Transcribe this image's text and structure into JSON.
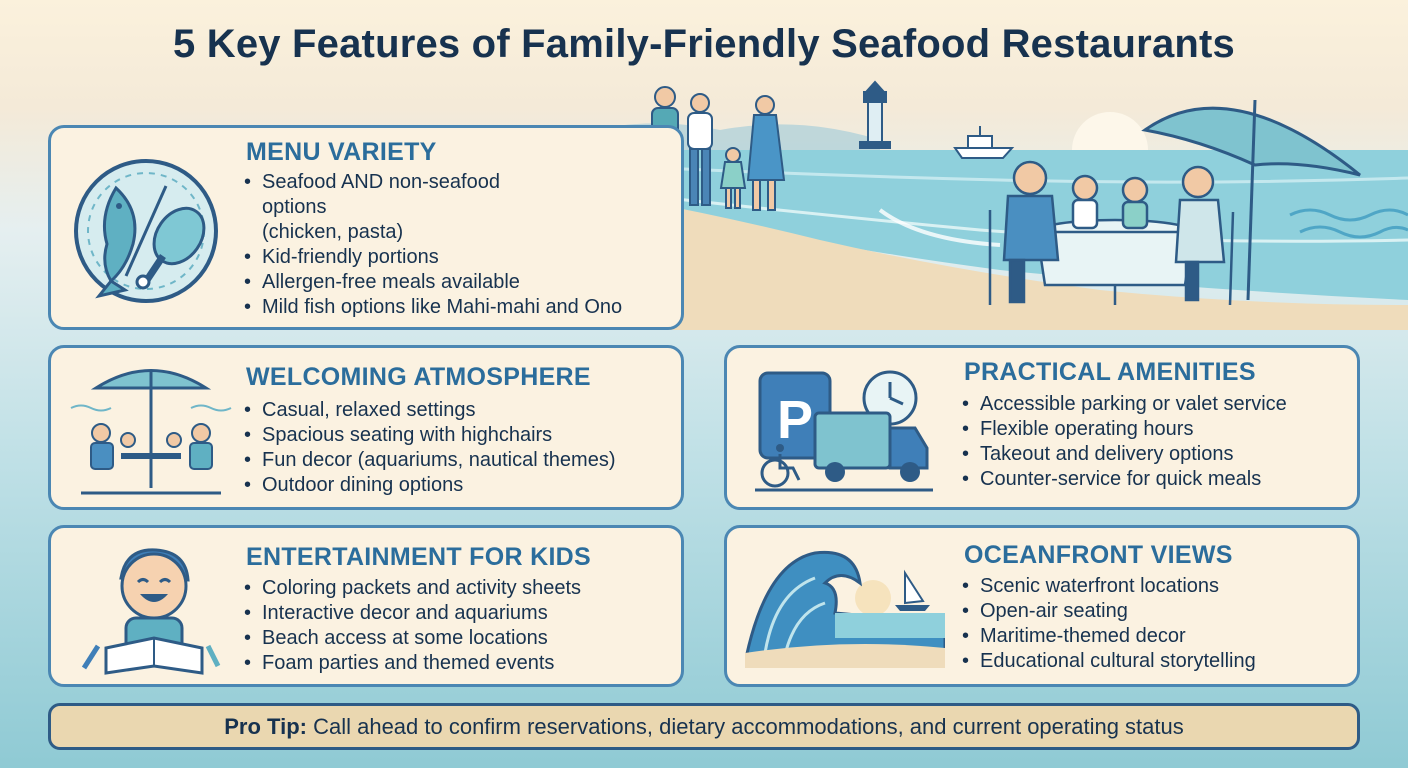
{
  "title": "5 Key Features of Family-Friendly Seafood Restaurants",
  "colors": {
    "card_border": "#4b87b3",
    "card_bg": "#fbf2e1",
    "heading": "#2b6d9c",
    "text": "#17324f",
    "tip_bg": "#ead7b0"
  },
  "cards": {
    "menu": {
      "heading": "MENU VARIETY",
      "icon": "fish-and-chicken-leg-icon",
      "items": [
        "Seafood AND non-seafood",
        "options",
        "(chicken, pasta)",
        "Kid-friendly portions",
        "Allergen-free meals available",
        "Mild fish options like Mahi-mahi and Ono"
      ]
    },
    "atmosphere": {
      "heading": "WELCOMING ATMOSPHERE",
      "icon": "family-outdoor-dining-icon",
      "items": [
        "Casual, relaxed settings",
        "Spacious seating with highchairs",
        "Fun decor (aquariums, nautical themes)",
        "Outdoor dining options"
      ]
    },
    "amenities": {
      "heading": "PRACTICAL AMENITIES",
      "icon": "parking-delivery-truck-icon",
      "items": [
        "Accessible parking or valet service",
        "Flexible operating hours",
        "Takeout and delivery options",
        "Counter-service for quick meals"
      ]
    },
    "entertainment": {
      "heading": "ENTERTAINMENT FOR KIDS",
      "icon": "child-coloring-icon",
      "items": [
        "Coloring packets and activity sheets",
        "Interactive decor and aquariums",
        "Beach access at some locations",
        "Foam parties and themed events"
      ]
    },
    "views": {
      "heading": "OCEANFRONT VIEWS",
      "icon": "wave-sailboat-icon",
      "items": [
        "Scenic waterfront locations",
        "Open-air seating",
        "Maritime-themed decor",
        "Educational cultural storytelling"
      ]
    }
  },
  "protip": {
    "label": "Pro Tip:",
    "text": " Call ahead to confirm reservations, dietary accommodations, and current operating status"
  },
  "illustration": "family-beach-dining-scene"
}
